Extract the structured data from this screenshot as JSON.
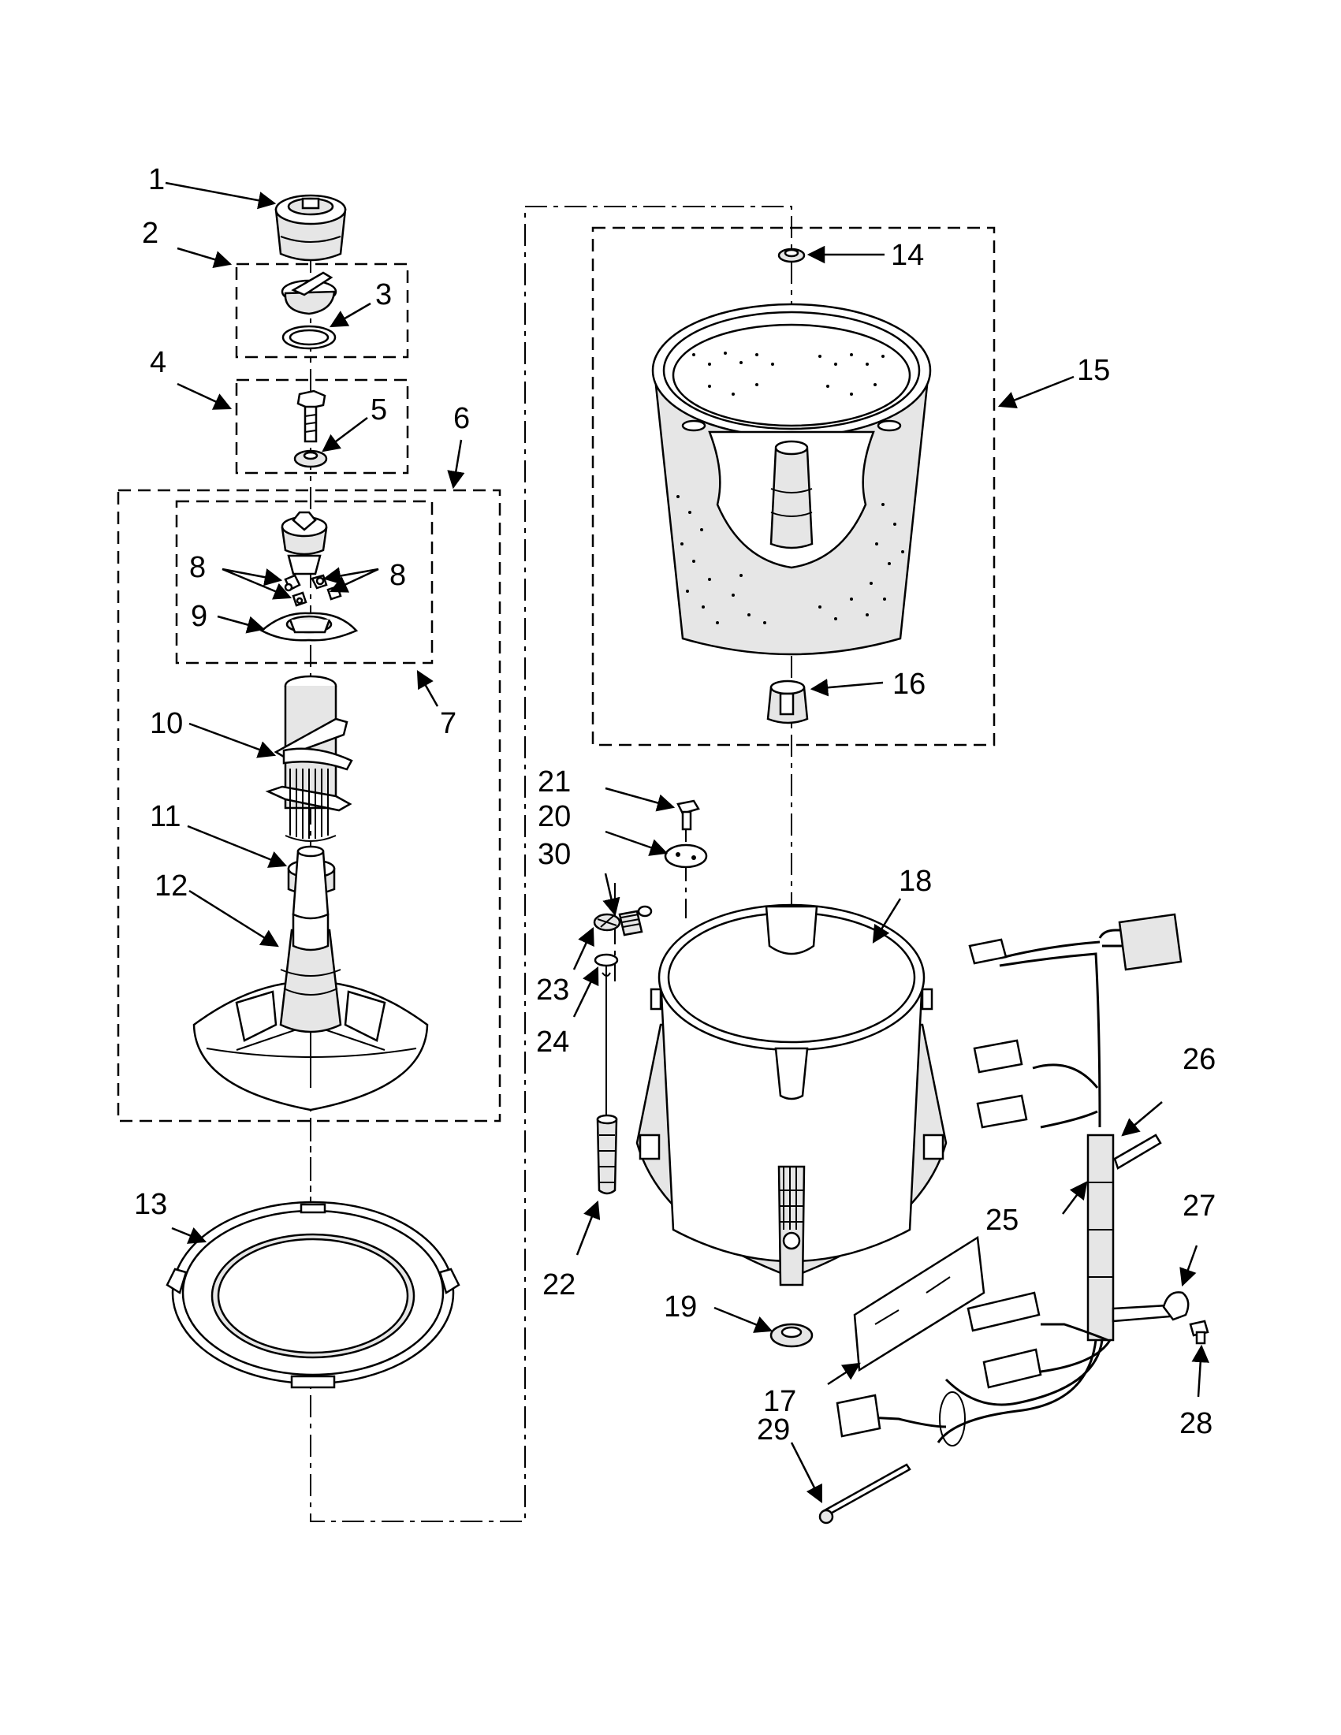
{
  "callouts": [
    {
      "id": "1",
      "text": "1"
    },
    {
      "id": "2",
      "text": "2"
    },
    {
      "id": "3",
      "text": "3"
    },
    {
      "id": "4",
      "text": "4"
    },
    {
      "id": "5",
      "text": "5"
    },
    {
      "id": "6",
      "text": "6"
    },
    {
      "id": "7",
      "text": "7"
    },
    {
      "id": "8a",
      "text": "8"
    },
    {
      "id": "8b",
      "text": "8"
    },
    {
      "id": "9",
      "text": "9"
    },
    {
      "id": "10",
      "text": "10"
    },
    {
      "id": "11",
      "text": "11"
    },
    {
      "id": "12",
      "text": "12"
    },
    {
      "id": "13",
      "text": "13"
    },
    {
      "id": "14",
      "text": "14"
    },
    {
      "id": "15",
      "text": "15"
    },
    {
      "id": "16",
      "text": "16"
    },
    {
      "id": "17",
      "text": "17"
    },
    {
      "id": "18",
      "text": "18"
    },
    {
      "id": "19",
      "text": "19"
    },
    {
      "id": "20",
      "text": "20"
    },
    {
      "id": "21",
      "text": "21"
    },
    {
      "id": "22",
      "text": "22"
    },
    {
      "id": "23",
      "text": "23"
    },
    {
      "id": "24",
      "text": "24"
    },
    {
      "id": "25",
      "text": "25"
    },
    {
      "id": "26",
      "text": "26"
    },
    {
      "id": "27",
      "text": "27"
    },
    {
      "id": "28",
      "text": "28"
    },
    {
      "id": "29",
      "text": "29"
    },
    {
      "id": "30",
      "text": "30"
    }
  ]
}
